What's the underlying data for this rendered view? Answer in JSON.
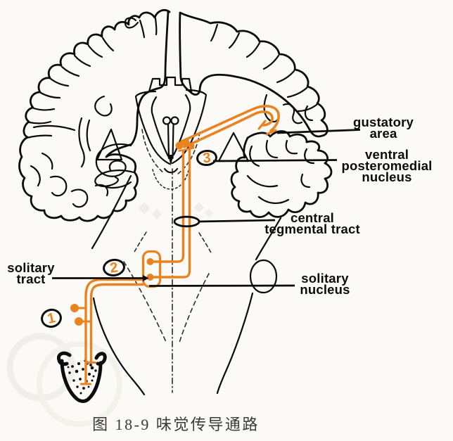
{
  "figure": {
    "caption": "图 18-9 味觉传导通路"
  },
  "labels": {
    "gustatory_area": {
      "lines": [
        "gustatory",
        "area"
      ]
    },
    "ventral_posteromedial_nucleus": {
      "lines": [
        "ventral",
        "posteromedial",
        "nucleus"
      ]
    },
    "central_tegmental_tract": {
      "lines": [
        "central",
        "tegmental tract"
      ]
    },
    "solitary_nucleus": {
      "lines": [
        "solitary",
        "nucleus"
      ]
    },
    "solitary_tract": {
      "lines": [
        "solitary",
        "tract"
      ]
    }
  },
  "markers": {
    "neuron1": "1",
    "neuron2": "2",
    "neuron3": "3"
  },
  "colors": {
    "pathway_orange": "#E8831F",
    "line_black": "#0B0B0B",
    "caption_gray": "#3A3A3A"
  }
}
